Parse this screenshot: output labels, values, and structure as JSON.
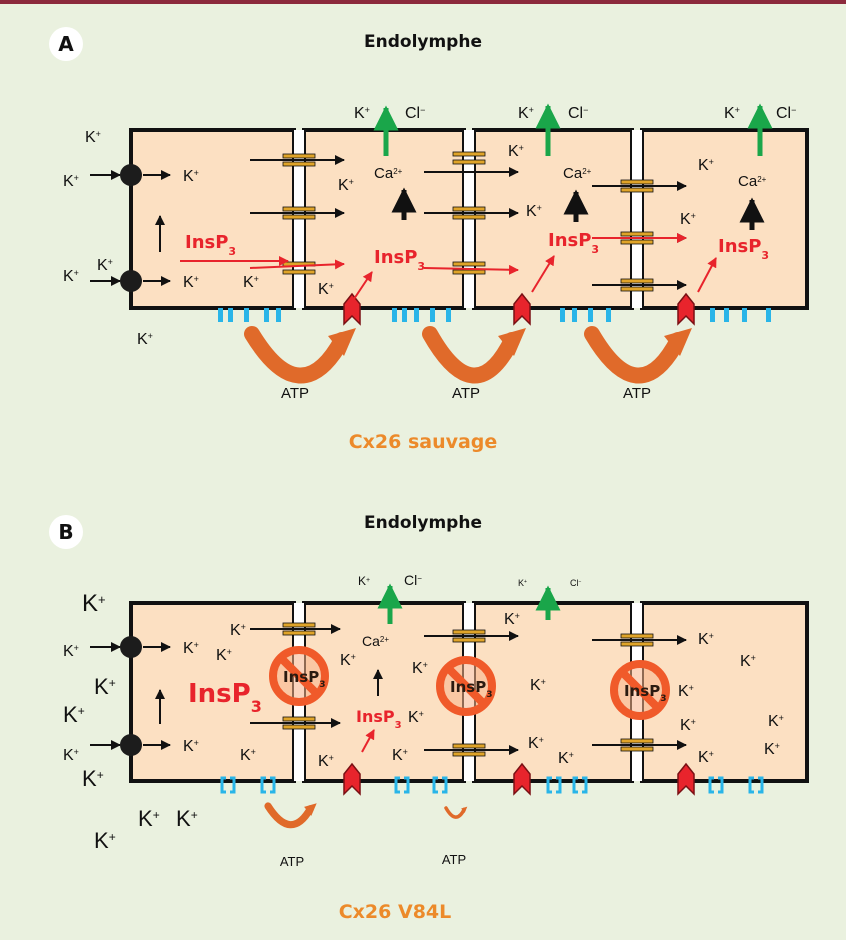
{
  "panels": [
    {
      "letter": "A",
      "endolymph_label": "Endolymphe",
      "caption": "Cx26 sauvage",
      "ion_k": "K",
      "ion_k_sup": "+",
      "ion_cl": "Cl",
      "ion_cl_sup": "−",
      "ion_ca": "Ca",
      "ion_ca_sup": "2+",
      "insp": "InsP",
      "insp_sub": "3",
      "atp": "ATP"
    },
    {
      "letter": "B",
      "endolymph_label": "Endolymphe",
      "caption": "Cx26 V84L",
      "ion_k": "K",
      "ion_k_sup": "+",
      "ion_cl": "Cl",
      "ion_cl_sup": "−",
      "ion_ca": "Ca",
      "ion_ca_sup": "2+",
      "insp": "InsP",
      "insp_sub": "3",
      "atp": "ATP"
    }
  ],
  "colors": {
    "background": "#eaf1df",
    "top_rule": "#8c2a3c",
    "cell_fill": "#fce0c2",
    "outline": "#111111",
    "insp_red": "#e8242c",
    "cl_green": "#1aa64a",
    "channel_blue": "#29b5e8",
    "connexon_gold": "#e0a428",
    "caption_orange": "#ec8a2a",
    "atp_arrow": "#e06a2a",
    "block_sign": "#f05a2a"
  }
}
